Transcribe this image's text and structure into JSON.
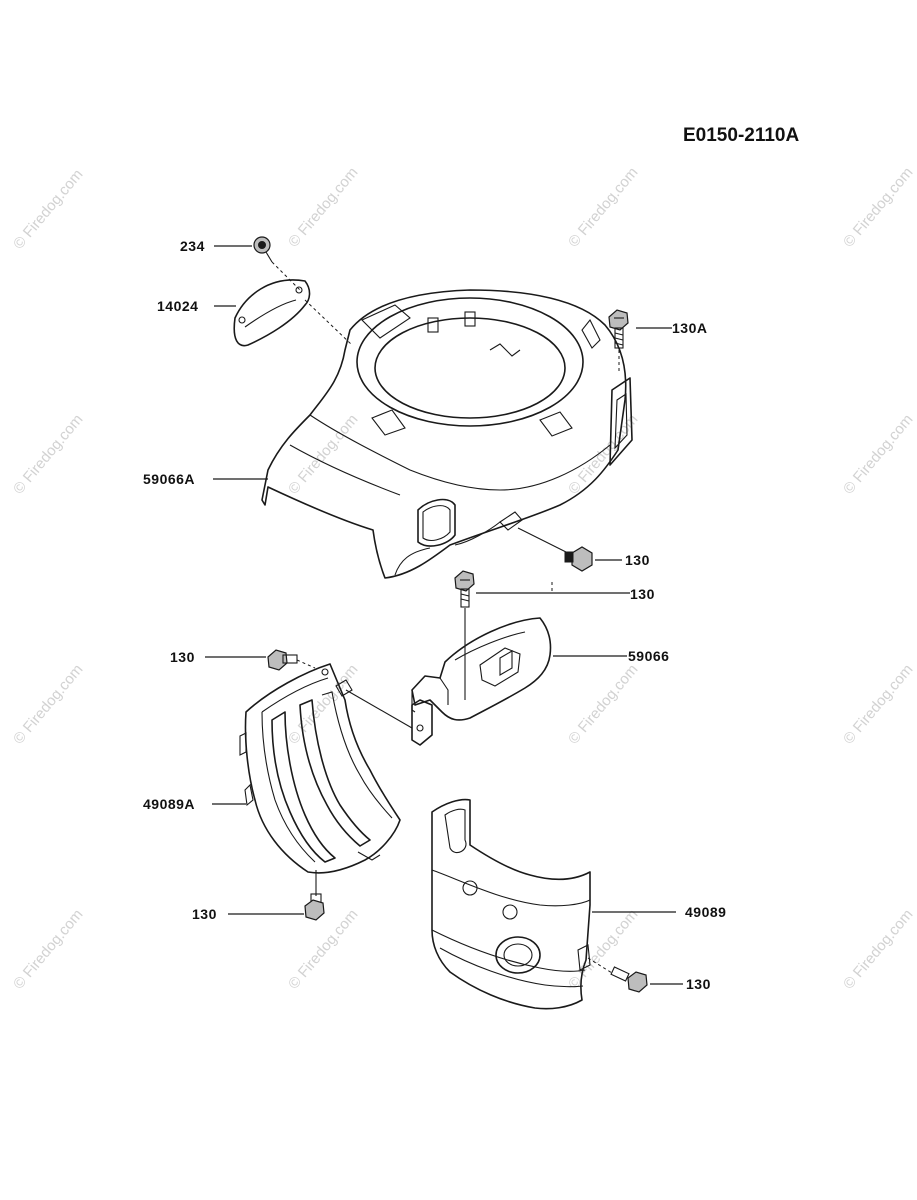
{
  "diagram_code": "E0150-2110A",
  "watermark": {
    "text": "© Firedog.com",
    "color": "#d2d2d2"
  },
  "callouts": {
    "c234": "234",
    "c14024": "14024",
    "c130A": "130A",
    "c59066A": "59066A",
    "c130_fan_screw": "130",
    "c130_bracket_bolt": "130",
    "c59066": "59066",
    "c130_left_top": "130",
    "c49089A": "49089A",
    "c130_left_bottom": "130",
    "c49089": "49089",
    "c130_right_bottom": "130"
  },
  "parts": [
    "234-screw",
    "14024-plate",
    "130A-bolt",
    "59066A-fan-housing",
    "59066-bracket",
    "49089A-cylinder-cover",
    "49089-cylinder-cover",
    "130-bolt"
  ]
}
